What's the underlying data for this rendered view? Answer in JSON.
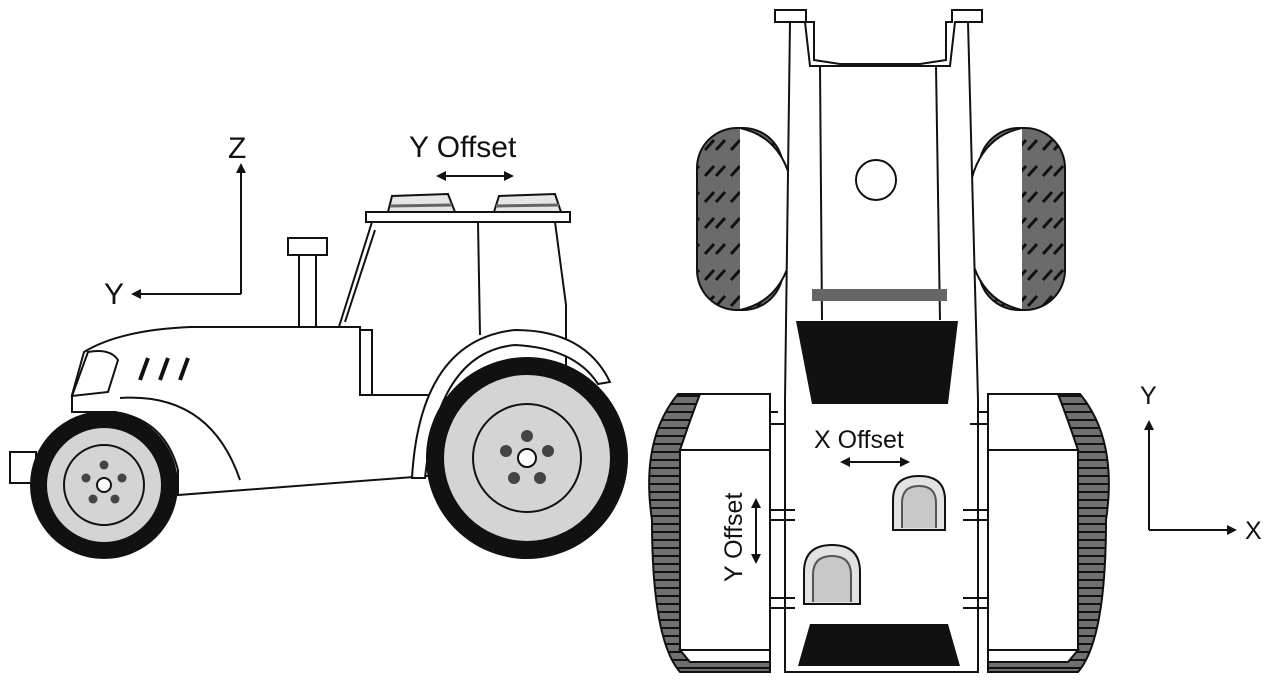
{
  "side_view": {
    "axis_z": "Z",
    "axis_y": "Y",
    "offset_label": "Y Offset"
  },
  "top_view": {
    "axis_y": "Y",
    "axis_x": "X",
    "x_offset_label": "X Offset",
    "y_offset_label": "Y Offset"
  }
}
